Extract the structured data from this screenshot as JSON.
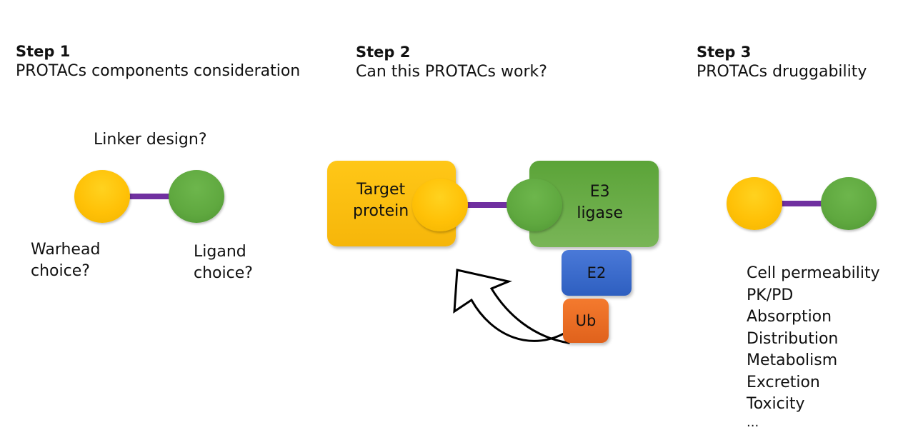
{
  "steps": [
    {
      "title": "Step 1",
      "subtitle": "PROTACs components consideration"
    },
    {
      "title": "Step 2",
      "subtitle": "Can this PROTACs work?"
    },
    {
      "title": "Step 3",
      "subtitle": "PROTACs druggability"
    }
  ],
  "step1": {
    "linker_label": "Linker design?",
    "warhead_label": [
      "Warhead",
      "choice?"
    ],
    "ligand_label": [
      "Ligand",
      "choice?"
    ]
  },
  "step2": {
    "target_label": [
      "Target",
      "protein"
    ],
    "e3_label": [
      "E3",
      "ligase"
    ],
    "e2_label": "E2",
    "ub_label": "Ub"
  },
  "step3": {
    "properties": [
      "Cell permeability",
      "PK/PD",
      "Absorption",
      "Distribution",
      "Metabolism",
      "Excretion",
      "Toxicity",
      "..."
    ]
  },
  "colors": {
    "warhead": "#FFC107",
    "ligand": "#5FA83F",
    "linker": "#7030A0",
    "target_protein": "#FFC717",
    "e3_ligase": "#6AAE48",
    "e2": "#3A6BCC",
    "ub": "#EE6F24"
  }
}
